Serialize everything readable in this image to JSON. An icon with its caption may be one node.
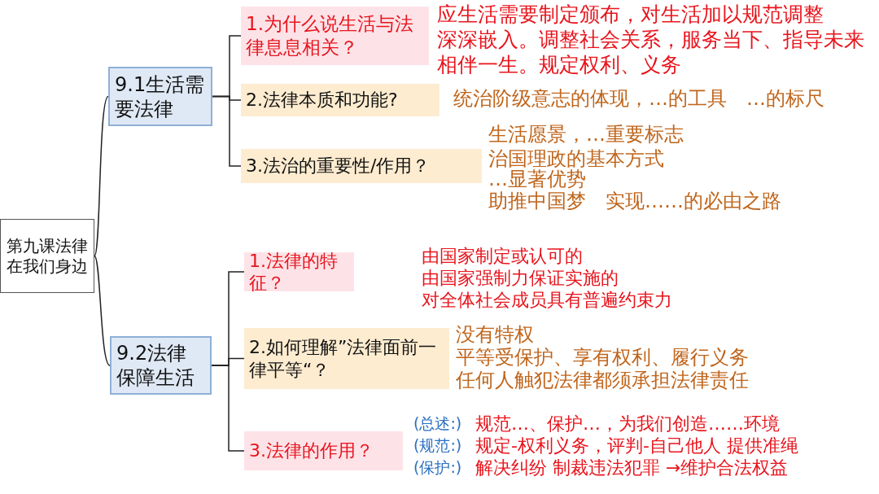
{
  "diagram": {
    "nodes": [
      {
        "text": [
          "第九课法律在我们身边"
        ]
      },
      {
        "text": [
          "9.1生活需要法律"
        ]
      },
      {
        "text": [
          "1.为什么说生活与法律息息相关？"
        ],
        "beside": [
          "应生活需要制定颁布，对生活加以规范调整",
          "深深嵌入。调整社会关系，服务当下、指导未来",
          "相伴一生。规定权利、义务"
        ]
      },
      {
        "text": [
          "2.法律本质和功能?"
        ],
        "beside": [
          "统治阶级意志的体现，…的工具　…的标尺"
        ]
      },
      {
        "text": [
          "3.法治的重要性/作用？"
        ],
        "beside": [
          "生活愿景，…重要标志",
          "治国理政的基本方式",
          "…显著优势",
          "助推中国梦　实现……的必由之路"
        ]
      },
      {
        "text": [
          "9.2法律保障生活"
        ]
      },
      {
        "text": [
          "1.法律的特征？"
        ],
        "beside": [
          "由国家制定或认可的",
          "由国家强制力保证实施的",
          "对全体社会成员具有普遍约束力"
        ]
      },
      {
        "text": [
          "2.如何理解”法律面前一律平等“？"
        ],
        "beside": [
          "没有特权",
          "平等受保护、享有权利、履行义务",
          "任何人触犯法律都须承担法律责任"
        ]
      },
      {
        "text": [
          "3.法律的作用？"
        ],
        "beside": [
          "(总述:)",
          "规范…、保护…，为我们创造……环境",
          "(规范:)",
          "规定-权利义务，评判-自己他人 提供准绳",
          "(保护:)",
          "解决纠纷 制裁违法犯罪 →维护合法权益"
        ]
      }
    ],
    "edges": [
      {
        "from": 0,
        "to": 1,
        "arrow": "none"
      },
      {
        "from": 0,
        "to": 5,
        "arrow": "none"
      },
      {
        "from": 1,
        "to": 2,
        "arrow": "none"
      },
      {
        "from": 1,
        "to": 3,
        "arrow": "none"
      },
      {
        "from": 1,
        "to": 4,
        "arrow": "none"
      },
      {
        "from": 5,
        "to": 6,
        "arrow": "none"
      },
      {
        "from": 5,
        "to": 7,
        "arrow": "none"
      },
      {
        "from": 5,
        "to": 8,
        "arrow": "none"
      }
    ]
  }
}
